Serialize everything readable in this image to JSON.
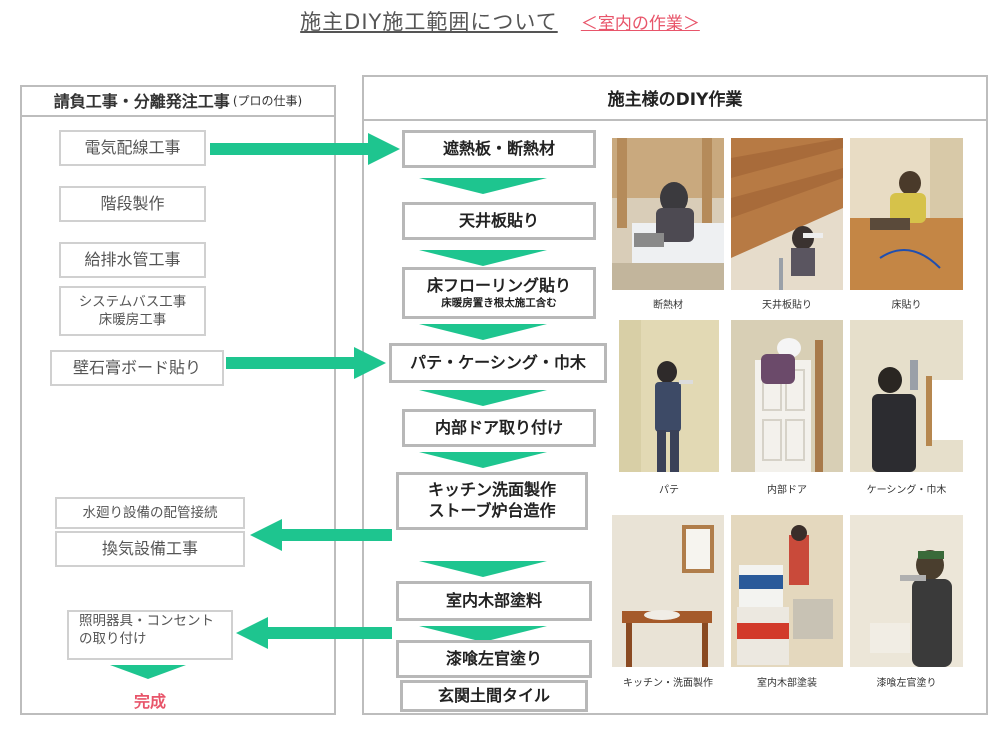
{
  "title": {
    "main": "施主DIY施工範囲について",
    "sub": "＜室内の作業＞"
  },
  "left_panel": {
    "header": "請負工事・分離発注工事",
    "header_small": "(プロの仕事)",
    "items": [
      "電気配線工事",
      "階段製作",
      "給排水管工事",
      "システムバス工事",
      "床暖房工事",
      "壁石膏ボード貼り",
      "水廻り設備の配管接続",
      "換気設備工事",
      "照明器具・コンセント",
      "の取り付け"
    ],
    "done": "完成"
  },
  "right_panel": {
    "header": "施主様のDIY作業",
    "steps": [
      "遮熱板・断熱材",
      "天井板貼り",
      "床フローリング貼り",
      "パテ・ケーシング・巾木",
      "内部ドア取り付け",
      "キッチン洗面製作",
      "ストーブ炉台造作",
      "室内木部塗料",
      "漆喰左官塗り",
      "玄関土間タイル"
    ],
    "step_note": "床暖房置き根太施工含む"
  },
  "photos": {
    "captions": [
      "断熱材",
      "天井板貼り",
      "床貼り",
      "パテ",
      "内部ドア",
      "ケーシング・巾木",
      "キッチン・洗面製作",
      "室内木部塗装",
      "漆喰左官塗り"
    ]
  },
  "colors": {
    "arrow": "#1ec58f",
    "accent_red": "#e8556a",
    "border_gray": "#bdbdbd"
  }
}
